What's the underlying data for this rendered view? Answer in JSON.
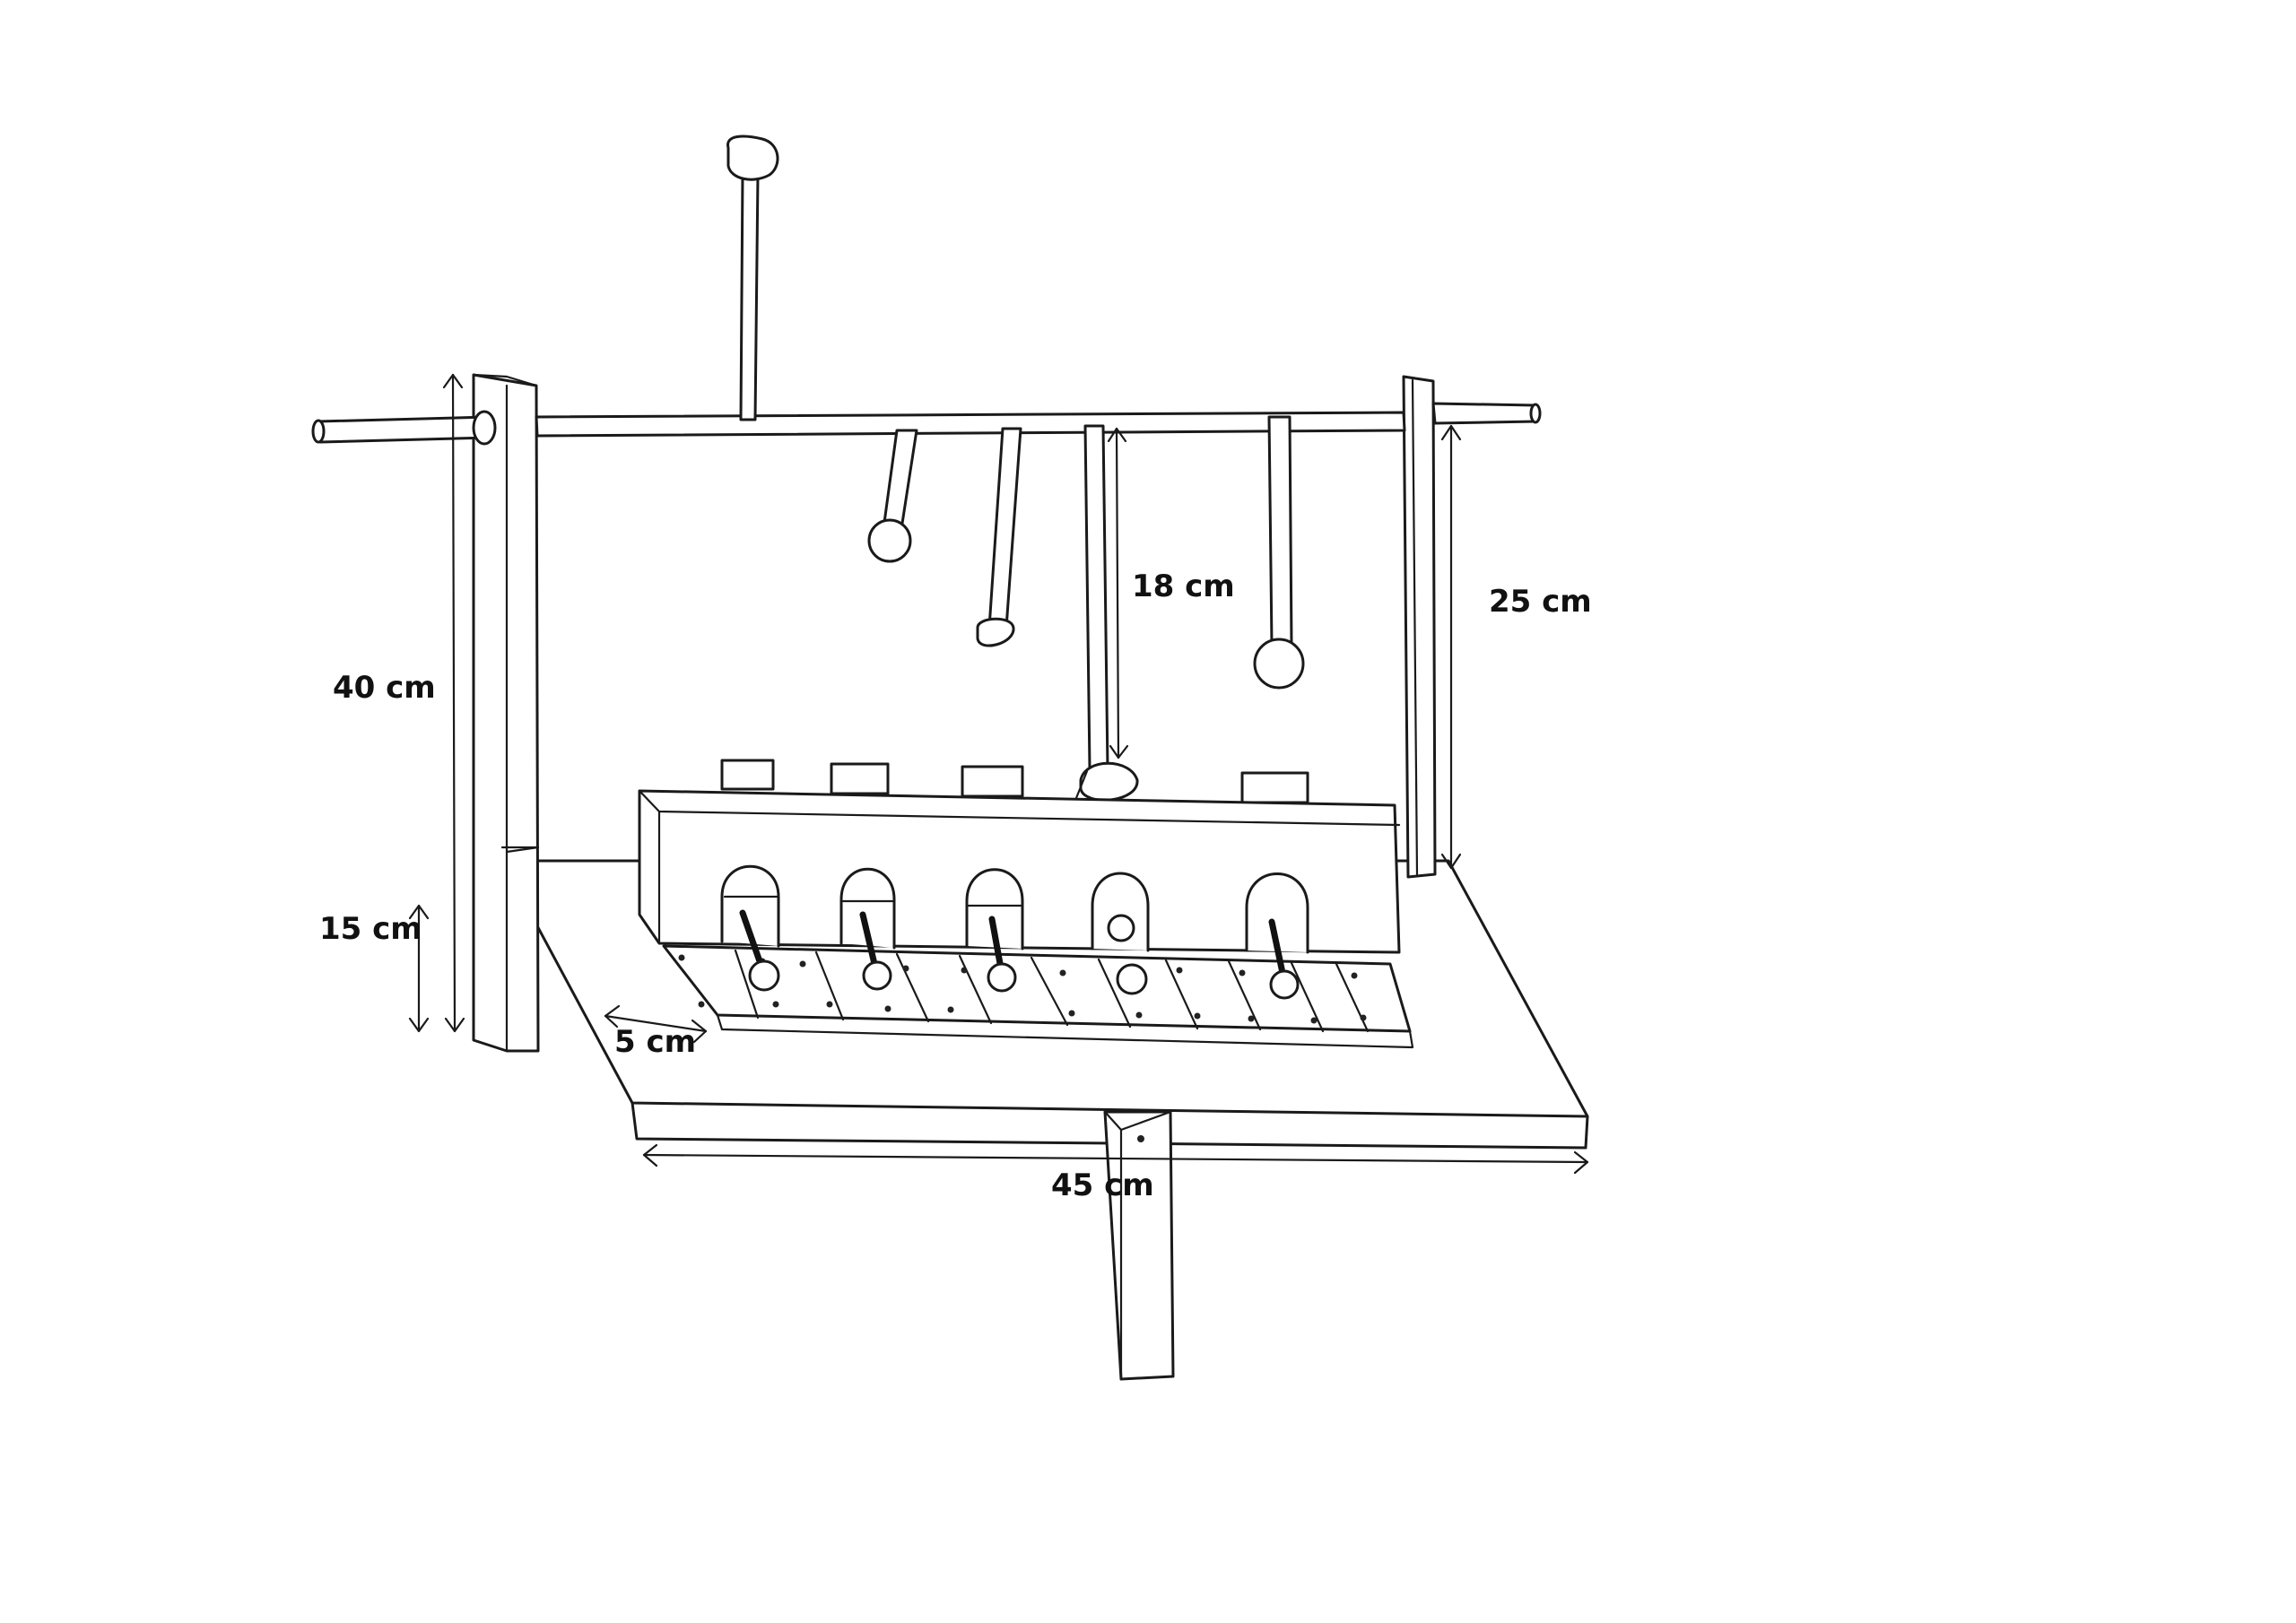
{
  "diagram": {
    "dimensions": {
      "d40": "40 cm",
      "d15": "15 cm",
      "d5": "5 cm",
      "d45": "45 cm",
      "d18": "18 cm",
      "d25": "25 cm"
    }
  },
  "colors": {
    "ink": "#1a1a1a",
    "paper": "#ffffff"
  }
}
